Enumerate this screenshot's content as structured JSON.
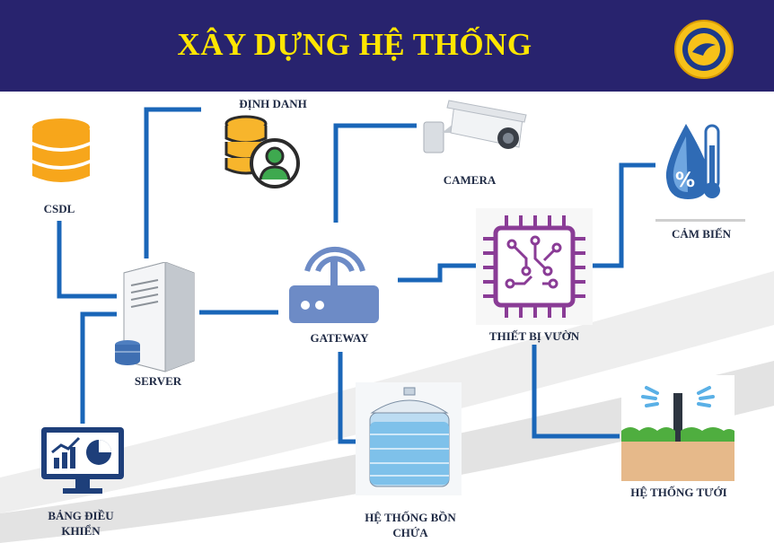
{
  "header": {
    "title": "XÂY DỰNG HỆ THỐNG"
  },
  "nodes": {
    "csdl": "CSDL",
    "dinh_danh": "ĐỊNH DANH",
    "camera": "CAMERA",
    "cam_bien": "CẢM BIẾN",
    "server": "SERVER",
    "gateway": "GATEWAY",
    "thiet_bi_vuon": "THIẾT BỊ VƯỜN",
    "bang_dieu_khien": [
      "BẢNG ĐIỀU",
      "KHIỂN"
    ],
    "he_thong_bon_chua": [
      "HỆ THỐNG BỒN",
      "CHỨA"
    ],
    "he_thong_tuoi": "HỆ THỐNG TƯỚI"
  },
  "colors": {
    "header_bg": "#28236e",
    "title": "#ffe600",
    "connector": "#1a66b8",
    "database": "#f7a61b",
    "chip": "#8a3c96",
    "router": "#6d8bc6"
  },
  "icons": [
    "database-icon",
    "id-database-icon",
    "camera-icon",
    "thermometer-drop-icon",
    "server-icon",
    "router-icon",
    "chip-icon",
    "dashboard-monitor-icon",
    "water-tank-icon",
    "sprinkler-icon",
    "university-logo"
  ]
}
